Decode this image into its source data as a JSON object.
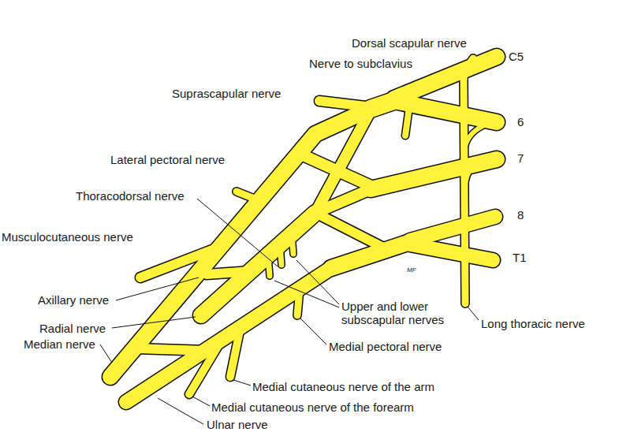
{
  "diagram": {
    "labels": [
      "Dorsal scapular nerve",
      "C5",
      "Nerve to subclavius",
      "Suprascapular nerve",
      "6",
      "Lateral pectoral nerve",
      "7",
      "Thoracodorsal nerve",
      "8",
      "Musculocutaneous nerve",
      "T1",
      "MF",
      "Axillary nerve",
      "Upper and lower subscapular nerves",
      "Long thoracic nerve",
      "Radial nerve",
      "Median nerve",
      "Medial pectoral nerve",
      "Medial cutaneous nerve of the arm",
      "Medial cutaneous nerve of the forearm",
      "Ulnar nerve"
    ]
  }
}
